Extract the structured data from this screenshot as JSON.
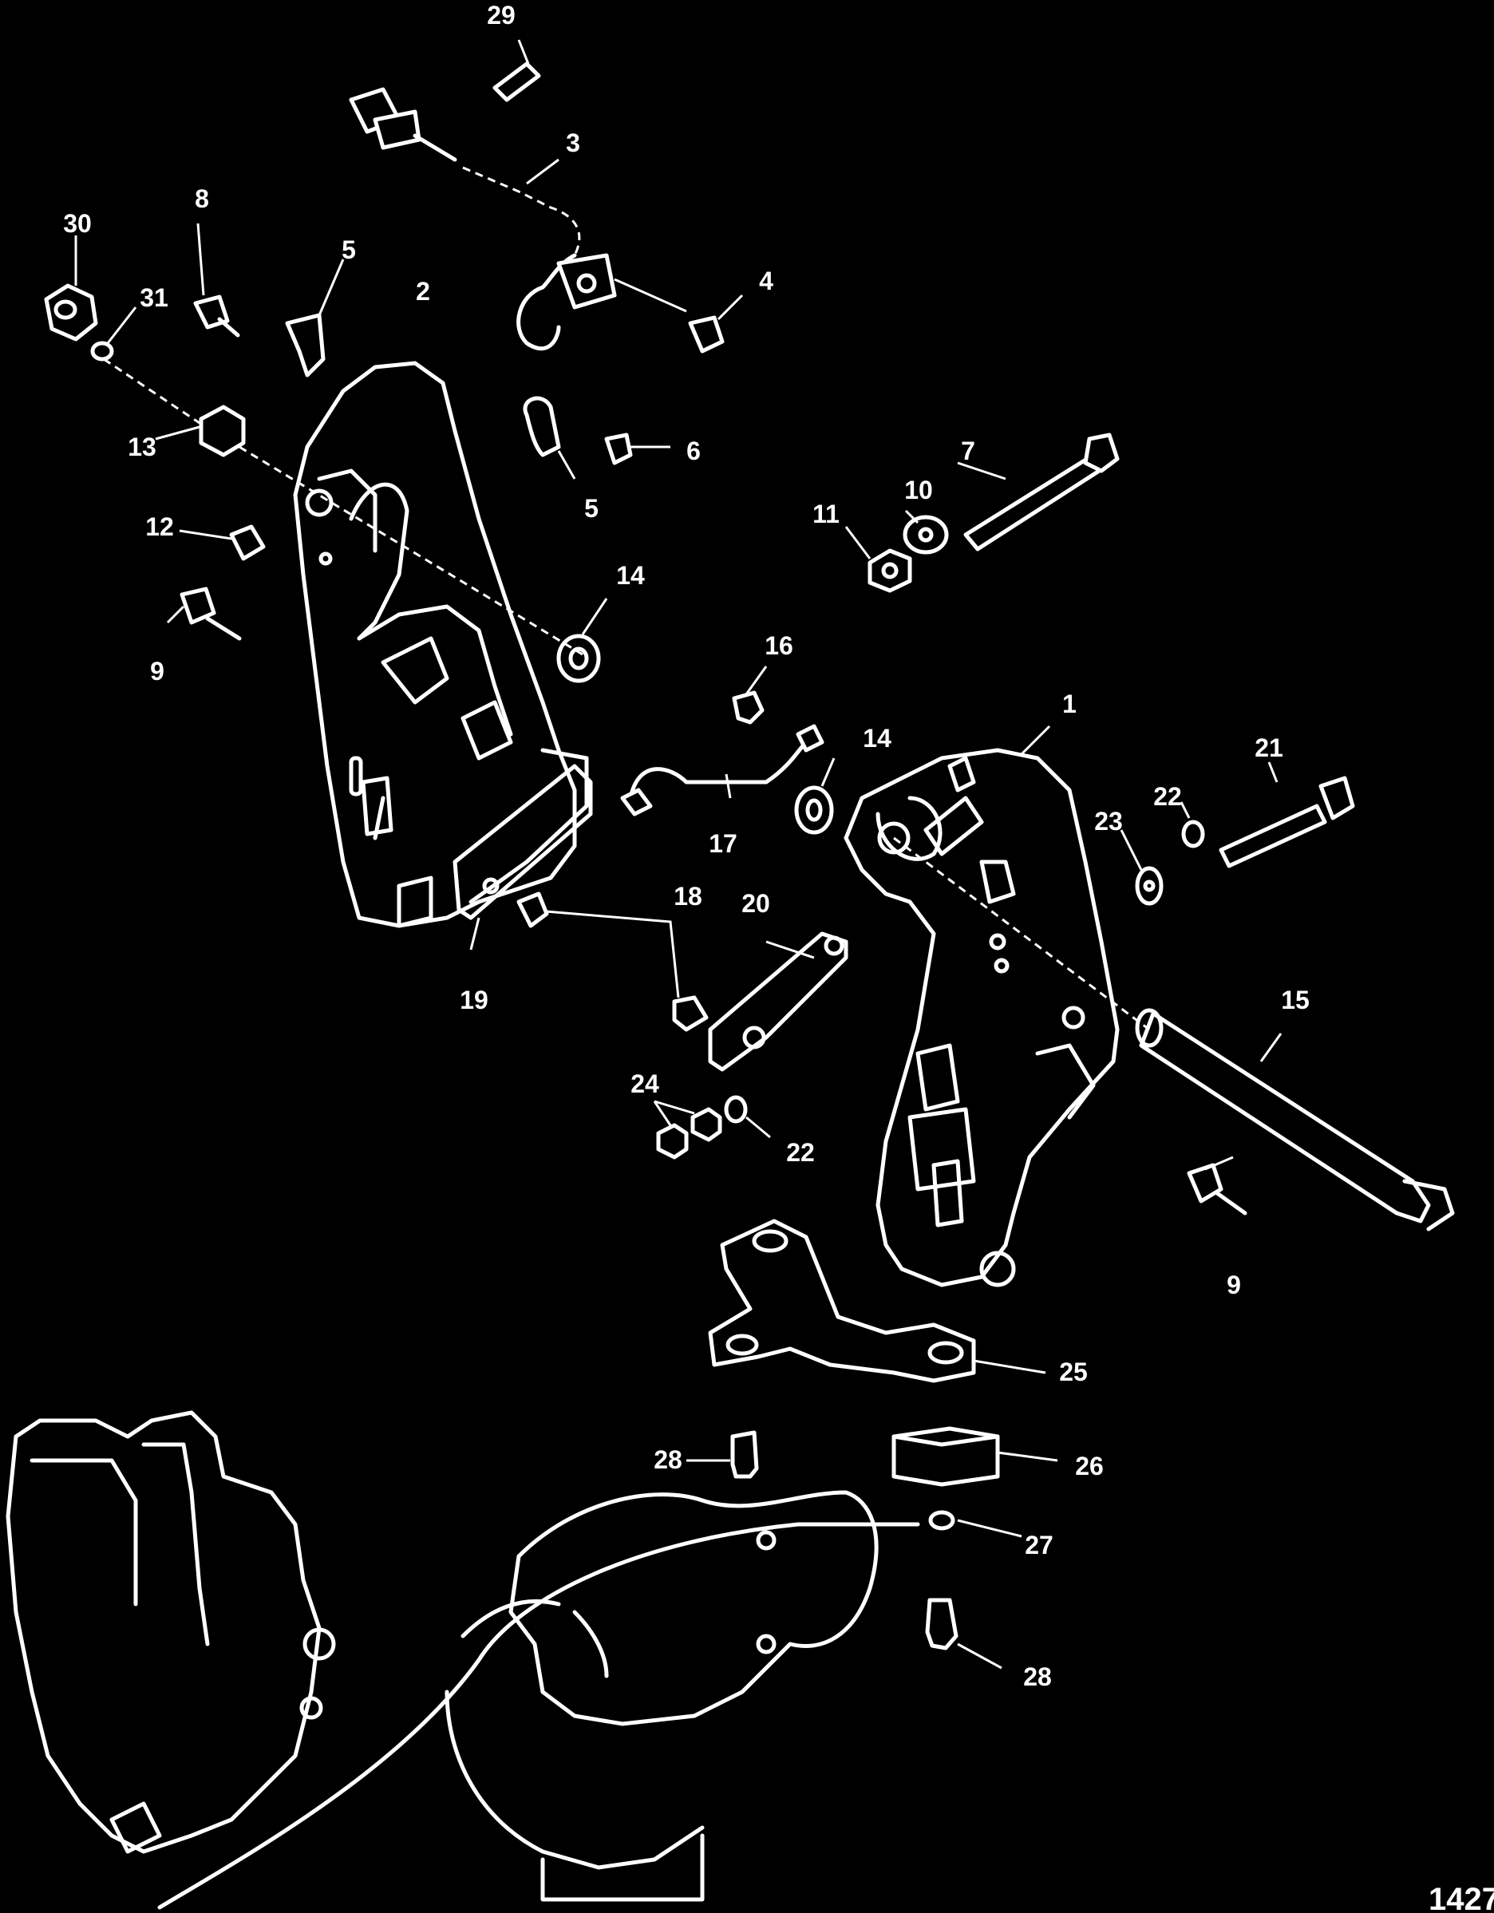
{
  "diagram": {
    "title": "",
    "reference_number": "1427",
    "callouts": [
      {
        "id": "c1",
        "label": "1"
      },
      {
        "id": "c2",
        "label": "2"
      },
      {
        "id": "c3",
        "label": "3"
      },
      {
        "id": "c4",
        "label": "4"
      },
      {
        "id": "c5a",
        "label": "5"
      },
      {
        "id": "c5b",
        "label": "5"
      },
      {
        "id": "c6",
        "label": "6"
      },
      {
        "id": "c7",
        "label": "7"
      },
      {
        "id": "c8",
        "label": "8"
      },
      {
        "id": "c9a",
        "label": "9"
      },
      {
        "id": "c9b",
        "label": "9"
      },
      {
        "id": "c10",
        "label": "10"
      },
      {
        "id": "c11",
        "label": "11"
      },
      {
        "id": "c12",
        "label": "12"
      },
      {
        "id": "c13",
        "label": "13"
      },
      {
        "id": "c14a",
        "label": "14"
      },
      {
        "id": "c14b",
        "label": "14"
      },
      {
        "id": "c15",
        "label": "15"
      },
      {
        "id": "c16",
        "label": "16"
      },
      {
        "id": "c17",
        "label": "17"
      },
      {
        "id": "c18",
        "label": "18"
      },
      {
        "id": "c19",
        "label": "19"
      },
      {
        "id": "c20",
        "label": "20"
      },
      {
        "id": "c21",
        "label": "21"
      },
      {
        "id": "c22a",
        "label": "22"
      },
      {
        "id": "c22b",
        "label": "22"
      },
      {
        "id": "c23",
        "label": "23"
      },
      {
        "id": "c24",
        "label": "24"
      },
      {
        "id": "c25",
        "label": "25"
      },
      {
        "id": "c26",
        "label": "26"
      },
      {
        "id": "c27",
        "label": "27"
      },
      {
        "id": "c28a",
        "label": "28"
      },
      {
        "id": "c28b",
        "label": "28"
      },
      {
        "id": "c29",
        "label": "29"
      },
      {
        "id": "c30",
        "label": "30"
      },
      {
        "id": "c31",
        "label": "31"
      }
    ]
  }
}
